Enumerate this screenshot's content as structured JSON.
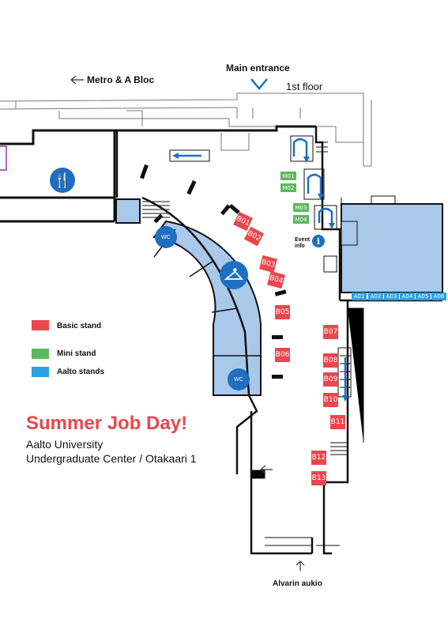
{
  "colors": {
    "basic": "#e8474d",
    "mini": "#5cb85c",
    "aalto": "#2e9fe0",
    "floor_blue": "#a9c8ea",
    "icon_blue": "#1e6fc0"
  },
  "labels": {
    "metro": "Metro & A Bloc",
    "main_entrance": "Main entrance",
    "floor": "1st floor",
    "event_info_line1": "Event",
    "event_info_line2": "info",
    "alvarin": "Alvarin aukio"
  },
  "legend": [
    {
      "label": "Basic stand",
      "color": "#e8474d"
    },
    {
      "label": "Mini stand",
      "color": "#5cb85c"
    },
    {
      "label": "Aalto stands",
      "color": "#2e9fe0"
    }
  ],
  "event": {
    "title": "Summer Job Day!",
    "line1": "Aalto University",
    "line2": "Undergraduate Center / Otakaari 1"
  },
  "basic_stands": [
    "B01",
    "B02",
    "B03",
    "B04",
    "B05",
    "B06",
    "B07",
    "B08",
    "B09",
    "B10",
    "B11",
    "B12",
    "B13"
  ],
  "mini_stands": [
    "M01",
    "M02",
    "M03",
    "M04"
  ],
  "aalto_stands": [
    "A01",
    "A02",
    "A03",
    "A04",
    "A05",
    "A06"
  ],
  "icons": [
    "restaurant-icon",
    "wc-icon",
    "wardrobe-icon",
    "wc-icon",
    "info-icon"
  ],
  "wc_text": "WC"
}
